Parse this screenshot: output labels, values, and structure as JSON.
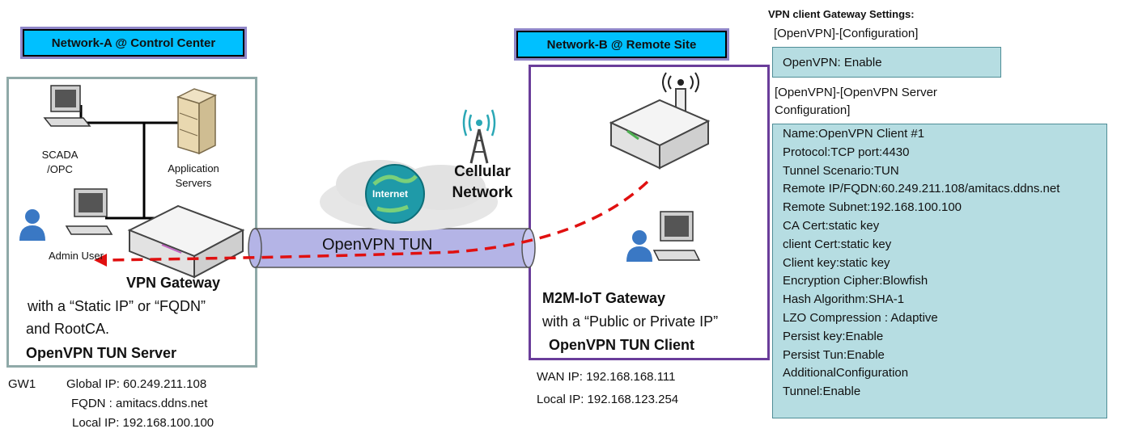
{
  "network_a": {
    "label": "Network-A @ Control Center",
    "scada": [
      "SCADA",
      "/OPC"
    ],
    "app_servers": [
      "Application",
      "Servers"
    ],
    "admin": "Admin User",
    "gateway_title": "VPN Gateway",
    "gateway_desc1": "with a “Static IP” or “FQDN”",
    "gateway_desc2": "and RootCA.",
    "server_label": "OpenVPN TUN Server"
  },
  "gw1": {
    "name": "GW1",
    "global_ip": "Global IP: 60.249.211.108",
    "fqdn": "FQDN : amitacs.ddns.net",
    "local_ip": "Local IP: 192.168.100.100"
  },
  "internet": {
    "label": "Internet",
    "cellular": [
      "Cellular",
      "Network"
    ],
    "tunnel": "OpenVPN TUN"
  },
  "network_b": {
    "label": "Network-B @ Remote Site",
    "gateway_title": "M2M-IoT Gateway",
    "gateway_desc": "with a “Public or Private IP”",
    "client_label": "OpenVPN TUN Client",
    "wan_ip": "WAN IP: 192.168.168.111",
    "local_ip": "Local IP: 192.168.123.254"
  },
  "settings": {
    "title": "VPN client Gateway Settings:",
    "path1": "[OpenVPN]-[Configuration]",
    "enable": "OpenVPN: Enable",
    "path2_line1": "[OpenVPN]-[OpenVPN Server",
    "path2_line2": "Configuration]",
    "config": [
      "Name:OpenVPN Client #1",
      "Protocol:TCP port:4430",
      "Tunnel Scenario:TUN",
      "Remote IP/FQDN:60.249.211.108/amitacs.ddns.net",
      "Remote Subnet:192.168.100.100",
      "CA Cert:static key",
      "client Cert:static key",
      "Client key:static key",
      "Encryption Cipher:Blowfish",
      "Hash Algorithm:SHA-1",
      "LZO Compression : Adaptive",
      "Persist key:Enable",
      "Persist Tun:Enable",
      "AdditionalConfiguration",
      "Tunnel:Enable"
    ]
  },
  "colors": {
    "label_bg": "#00c0ff",
    "network_a_border": "#8fa9a8",
    "network_b_border": "#6a3d9a",
    "settings_bg": "#b6dde2",
    "tunnel_fill": "#b4b4e6",
    "dash": "#e01010"
  }
}
